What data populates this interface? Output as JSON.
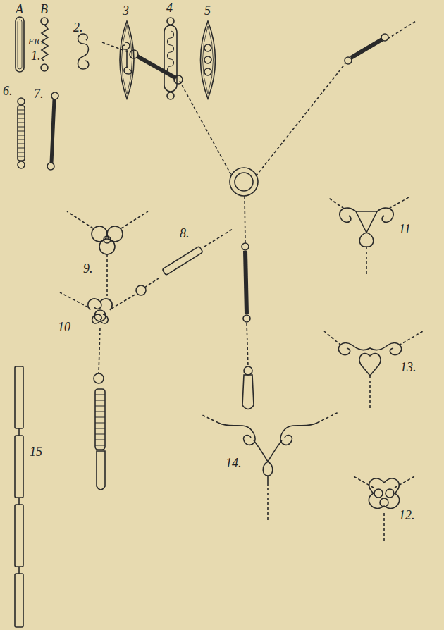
{
  "diagram": {
    "labels": [
      "A",
      "B",
      "FIG.",
      "1.",
      "2.",
      "3",
      "4",
      "5",
      "6.",
      "7.",
      "8.",
      "9.",
      "10",
      "11",
      "12.",
      "13.",
      "14.",
      "15"
    ]
  }
}
